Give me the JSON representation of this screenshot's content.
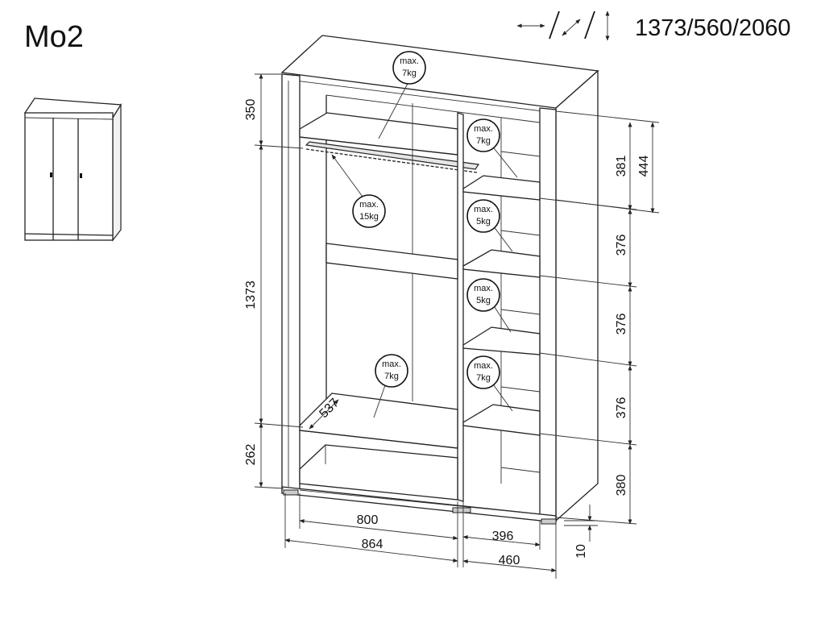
{
  "model": "Mo2",
  "overall_dimensions": "1373/560/2060",
  "dimension_icons": [
    "width-arrow-icon",
    "depth-arrow-icon",
    "height-arrow-icon"
  ],
  "load_labels": [
    {
      "id": "top-shelf",
      "line1": "max.",
      "line2": "7kg"
    },
    {
      "id": "rail",
      "line1": "max.",
      "line2": "15kg"
    },
    {
      "id": "right-shelf-1",
      "line1": "max.",
      "line2": "7kg"
    },
    {
      "id": "right-shelf-2",
      "line1": "max.",
      "line2": "5kg"
    },
    {
      "id": "right-shelf-3",
      "line1": "max.",
      "line2": "5kg"
    },
    {
      "id": "right-shelf-4",
      "line1": "max.",
      "line2": "7kg"
    },
    {
      "id": "bottom-left-shelf",
      "line1": "max.",
      "line2": "7kg"
    }
  ],
  "dimensions": {
    "left": [
      "350",
      "1373",
      "262"
    ],
    "right": [
      "381",
      "444",
      "376",
      "376",
      "376",
      "380"
    ],
    "bottom": [
      "800",
      "864",
      "396",
      "460"
    ],
    "depth_shelf": "537",
    "leg_height": "10"
  }
}
